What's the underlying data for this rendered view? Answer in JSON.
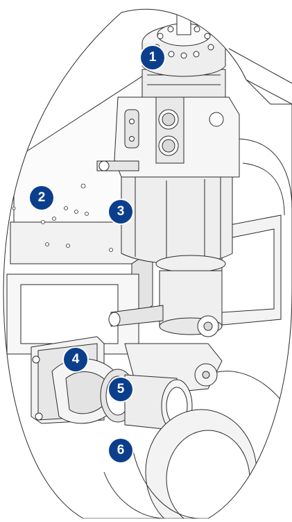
{
  "colors": {
    "callout_fill": "#0b3f8c",
    "line": "#2a2a2a",
    "metal_light": "#f4f4f4",
    "metal_mid": "#e2e2e2",
    "metal_dark": "#c9c9c9",
    "background": "#ffffff"
  },
  "callouts": [
    {
      "label": "1",
      "part": "top-flange-assembly"
    },
    {
      "label": "2",
      "part": "mounting-plate"
    },
    {
      "label": "3",
      "part": "main-body-housing"
    },
    {
      "label": "4",
      "part": "side-clamp-block"
    },
    {
      "label": "5",
      "part": "swivel-joint"
    },
    {
      "label": "6",
      "part": "lower-wheel"
    }
  ]
}
